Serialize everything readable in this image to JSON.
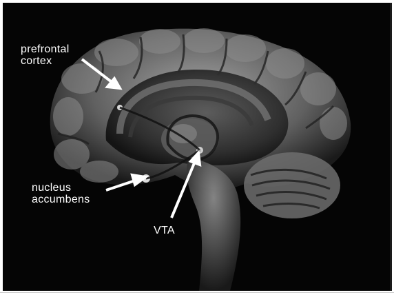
{
  "image": {
    "labels": {
      "prefrontal_line1": "prefrontal",
      "prefrontal_line2": "cortex",
      "nucleus_line1": "nucleus",
      "nucleus_line2": "accumbens",
      "vta": "VTA"
    },
    "colors": {
      "background": "#050505",
      "tissue_light": "#9a9a9a",
      "tissue_dark": "#2a2a2a",
      "label_text": "#ffffff",
      "arrow": "#ffffff"
    }
  }
}
